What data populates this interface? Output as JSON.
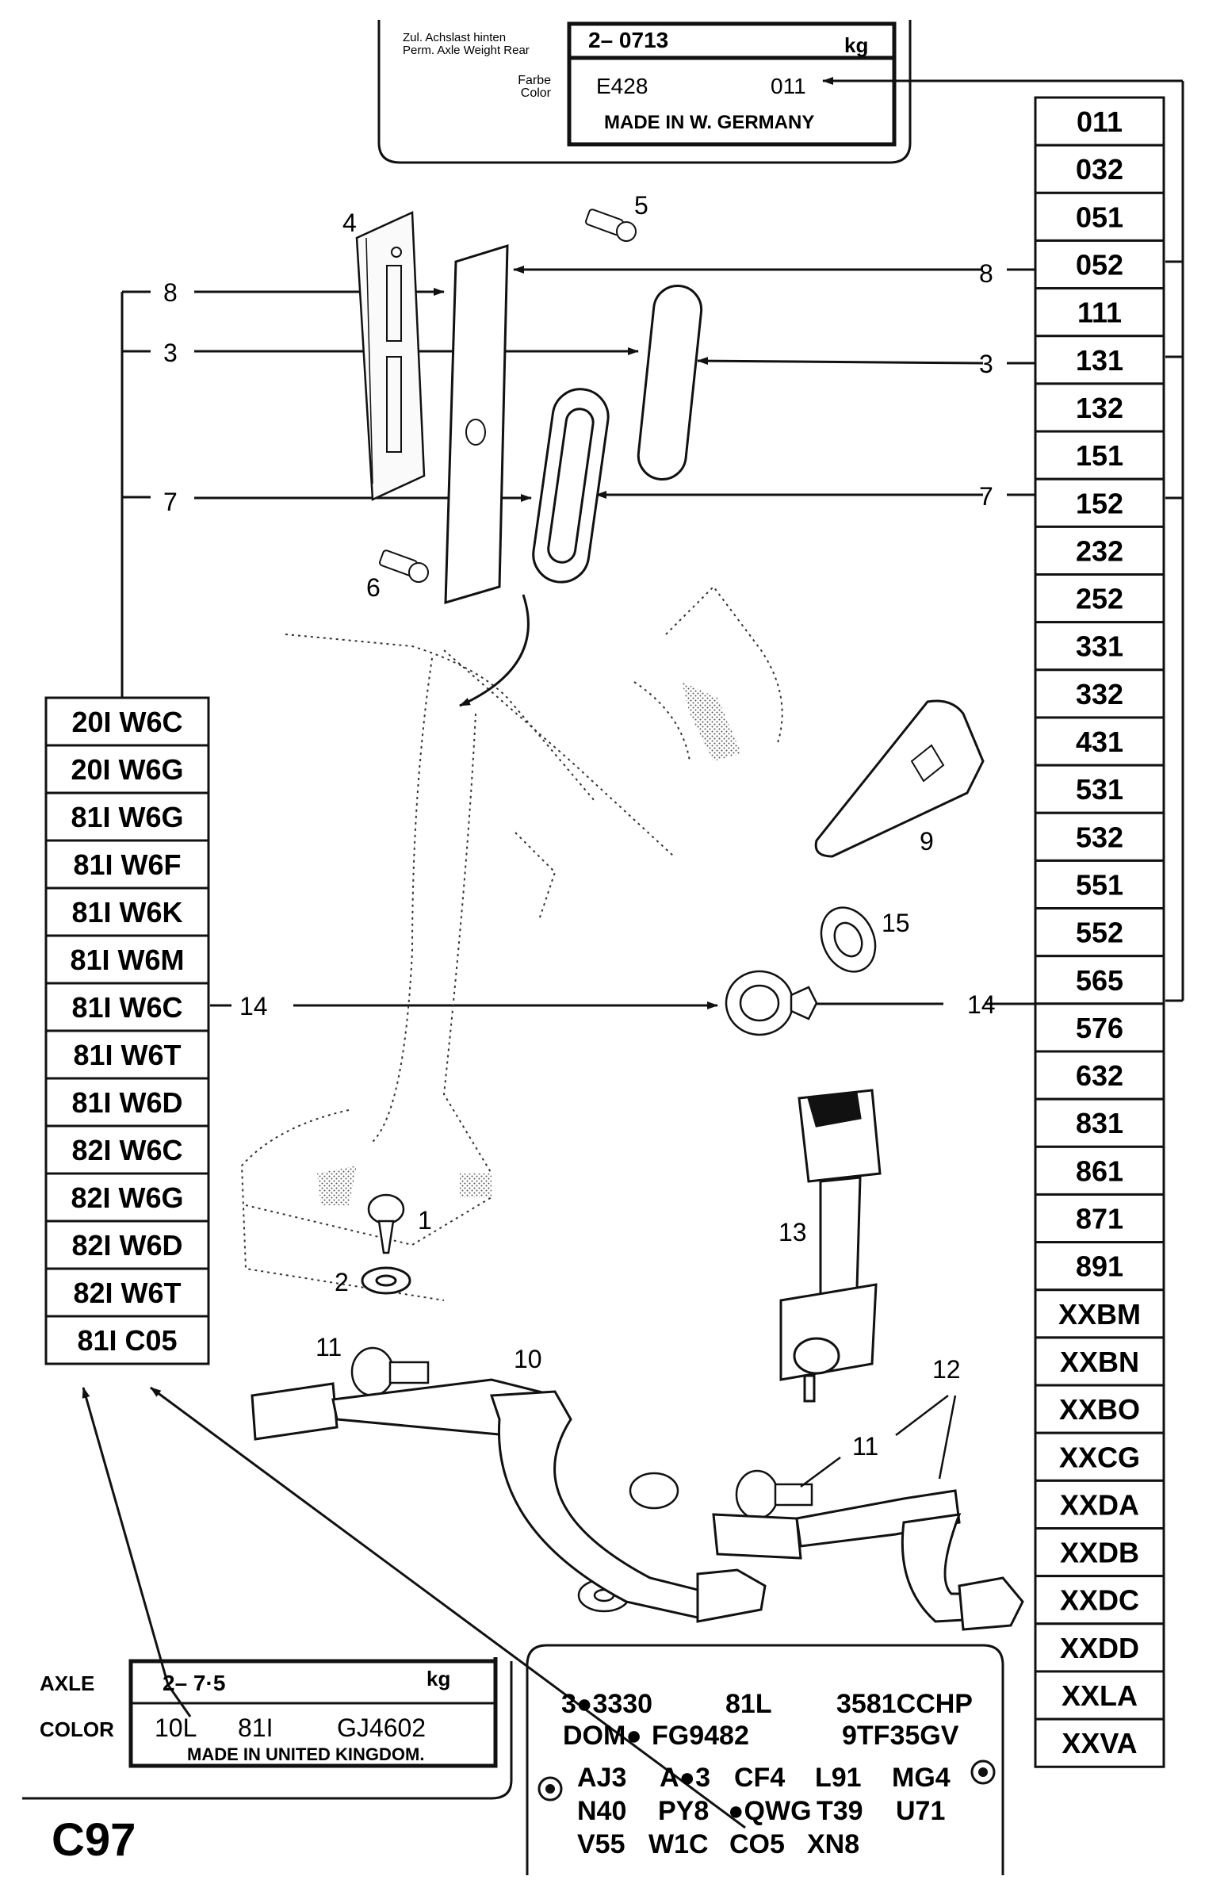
{
  "page_label": "C97",
  "top_plate": {
    "axle_label_de": "Zul. Achslast hinten",
    "axle_label_en": "Perm. Axle Weight Rear",
    "axle_value": "2–  0713",
    "axle_unit": "kg",
    "color_label_de": "Farbe",
    "color_label_en": "Color",
    "color_code": "E428",
    "color_number": "011",
    "made_in": "MADE  IN  W.  GERMANY"
  },
  "bottom_left_plate": {
    "axle_label": "AXLE",
    "axle_value": "2–  7·5",
    "axle_unit": "kg",
    "color_label": "COLOR",
    "color_code": "10L",
    "color_number": "81I",
    "color_extra": "GJ4602",
    "made_in": "MADE IN UNITED KINGDOM."
  },
  "bottom_right_plate": {
    "rows": [
      [
        "3●3330",
        "81L",
        "3581CCHP"
      ],
      [
        "DOM●",
        "FG9482",
        "9TF35GV"
      ],
      [
        "AJ3",
        "A●3",
        "CF4",
        "L91",
        "MG4"
      ],
      [
        "N40",
        "PY8",
        "●QWG",
        "T39",
        "U71"
      ],
      [
        "V55",
        "W1C",
        "CO5",
        "XN8"
      ]
    ]
  },
  "left_codes": [
    "20I W6C",
    "20I W6G",
    "81I W6G",
    "81I W6F",
    "81I W6K",
    "81I W6M",
    "81I W6C",
    "81I W6T",
    "81I W6D",
    "82I W6C",
    "82I W6G",
    "82I W6D",
    "82I W6T",
    "81I C05"
  ],
  "right_codes": [
    "011",
    "032",
    "051",
    "052",
    "111",
    "131",
    "132",
    "151",
    "152",
    "232",
    "252",
    "331",
    "332",
    "431",
    "531",
    "532",
    "551",
    "552",
    "565",
    "576",
    "632",
    "831",
    "861",
    "871",
    "891",
    "XXBM",
    "XXBN",
    "XXBO",
    "XXCG",
    "XXDA",
    "XXDB",
    "XXDC",
    "XXDD",
    "XXLA",
    "XXVA"
  ],
  "callouts": {
    "n1": "1",
    "n2": "2",
    "n3": "3",
    "n4": "4",
    "n5": "5",
    "n6": "6",
    "n7": "7",
    "n8": "8",
    "n9": "9",
    "n10": "10",
    "n11": "11",
    "n12": "12",
    "n13": "13",
    "n14": "14",
    "n15": "15"
  }
}
